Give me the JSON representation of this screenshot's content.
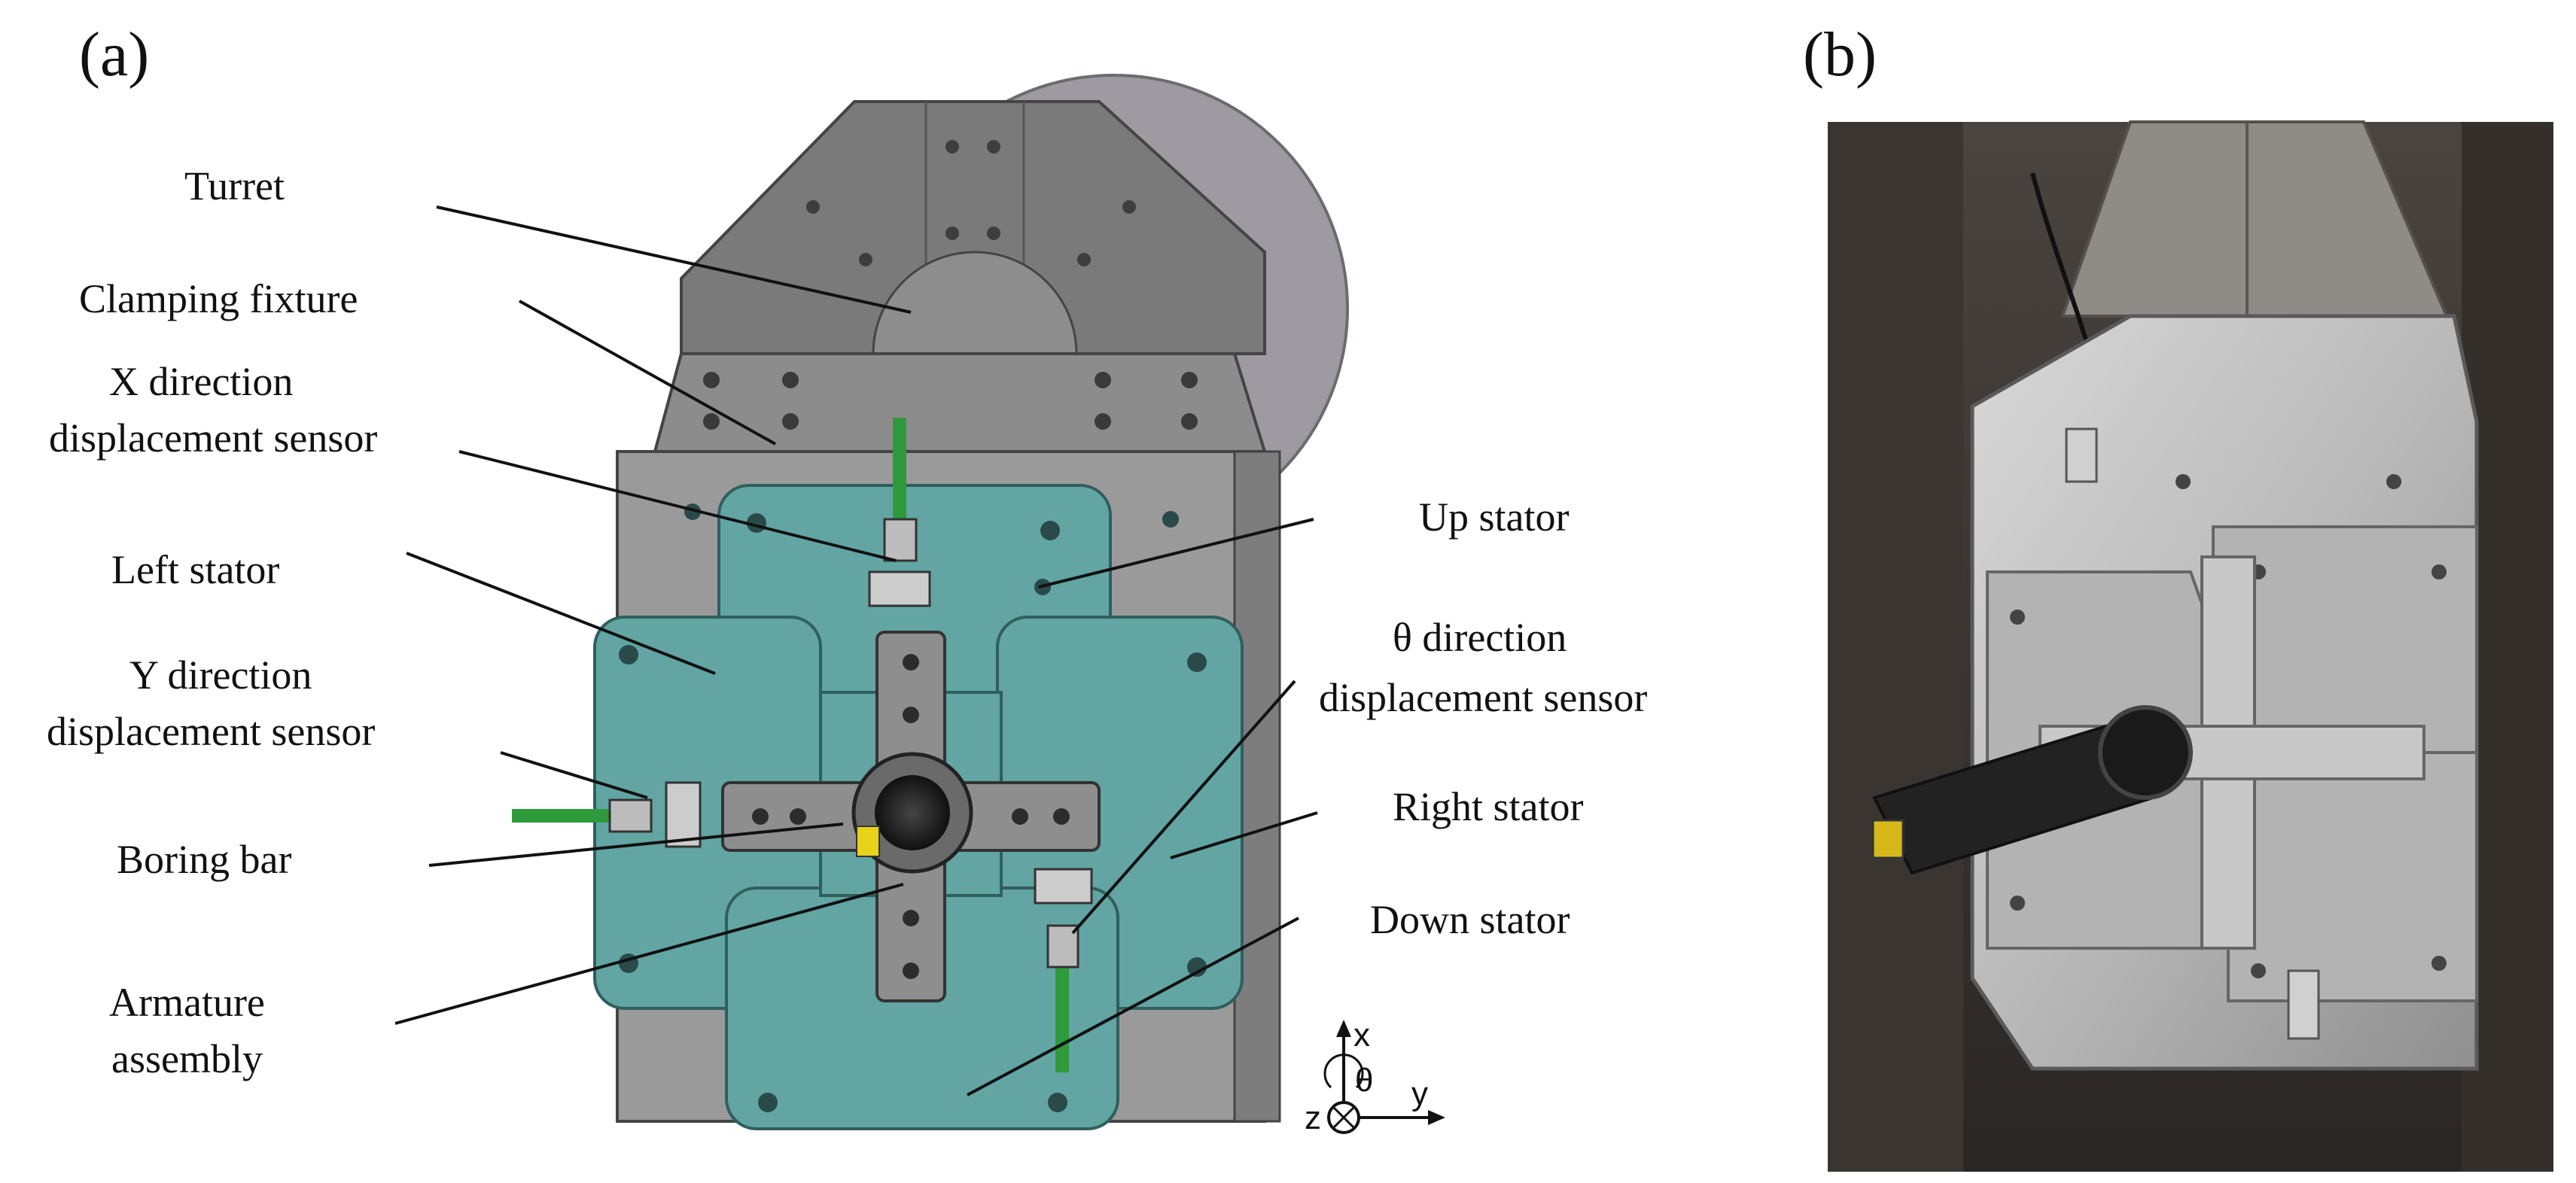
{
  "panels": {
    "a": "(a)",
    "b": "(b)"
  },
  "labels": {
    "turret": "Turret",
    "clamping_fixture": "Clamping fixture",
    "x_sensor_line1": "X direction",
    "x_sensor_line2": "displacement sensor",
    "left_stator": "Left stator",
    "y_sensor_line1": "Y direction",
    "y_sensor_line2": "displacement sensor",
    "boring_bar": "Boring bar",
    "armature_line1": "Armature",
    "armature_line2": "assembly",
    "up_stator": "Up stator",
    "theta_sensor_line1": "θ direction",
    "theta_sensor_line2": "displacement sensor",
    "right_stator": "Right stator",
    "down_stator": "Down stator"
  },
  "axes": {
    "x": "x",
    "y": "y",
    "z": "z",
    "theta": "θ"
  },
  "colors": {
    "stator_teal": "#62a5a3",
    "fixture_gray": "#8c8c8c",
    "turret_gray": "#777777",
    "turret_back": "#9e9aa1",
    "sensor_green": "#2e9a3c"
  }
}
